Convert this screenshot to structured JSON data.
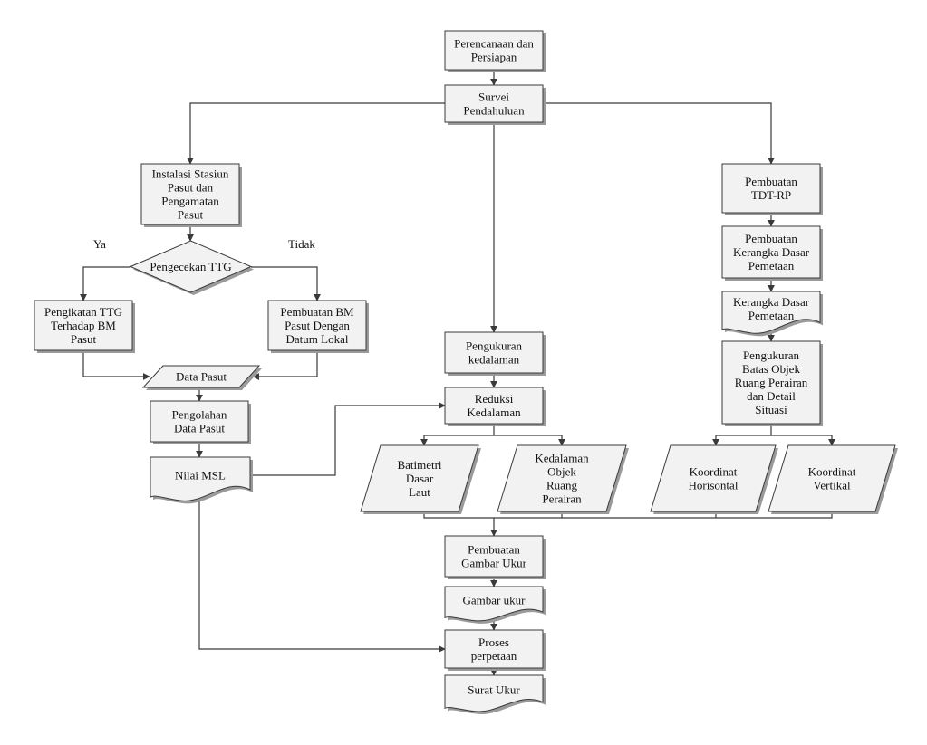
{
  "nodes": {
    "perencanaan": [
      "Perencanaan dan",
      "Persiapan"
    ],
    "survei": [
      "Survei",
      "Pendahuluan"
    ],
    "instalasi": [
      "Instalasi Stasiun",
      "Pasut dan",
      "Pengamatan",
      "Pasut"
    ],
    "pengecekan": [
      "Pengecekan TTG"
    ],
    "pengikatan": [
      "Pengikatan TTG",
      "Terhadap BM",
      "Pasut"
    ],
    "pembuatan_bm": [
      "Pembuatan BM",
      "Pasut Dengan",
      "Datum Lokal"
    ],
    "data_pasut": [
      "Data Pasut"
    ],
    "pengolahan": [
      "Pengolahan",
      "Data Pasut"
    ],
    "nilai_msl": [
      "Nilai MSL"
    ],
    "pengukuran_kedalaman": [
      "Pengukuran",
      "kedalaman"
    ],
    "reduksi": [
      "Reduksi",
      "Kedalaman"
    ],
    "batimetri": [
      "Batimetri",
      "Dasar",
      "Laut"
    ],
    "kedalaman_objek": [
      "Kedalaman",
      "Objek",
      "Ruang",
      "Perairan"
    ],
    "tdt": [
      "Pembuatan",
      "TDT-RP"
    ],
    "pembuatan_kerangka": [
      "Pembuatan",
      "Kerangka Dasar",
      "Pemetaan"
    ],
    "kerangka_doc": [
      "Kerangka Dasar",
      "Pemetaan"
    ],
    "pengukuran_batas": [
      "Pengukuran",
      "Batas Objek",
      "Ruang Perairan",
      "dan Detail",
      "Situasi"
    ],
    "koordinat_h": [
      "Koordinat",
      "Horisontal"
    ],
    "koordinat_v": [
      "Koordinat",
      "Vertikal"
    ],
    "gambar_ukur_proc": [
      "Pembuatan",
      "Gambar Ukur"
    ],
    "gambar_ukur_doc": [
      "Gambar ukur"
    ],
    "proses": [
      "Proses",
      "perpetaan"
    ],
    "surat_ukur": [
      "Surat Ukur"
    ]
  },
  "edge_labels": {
    "ya": "Ya",
    "tidak": "Tidak"
  }
}
